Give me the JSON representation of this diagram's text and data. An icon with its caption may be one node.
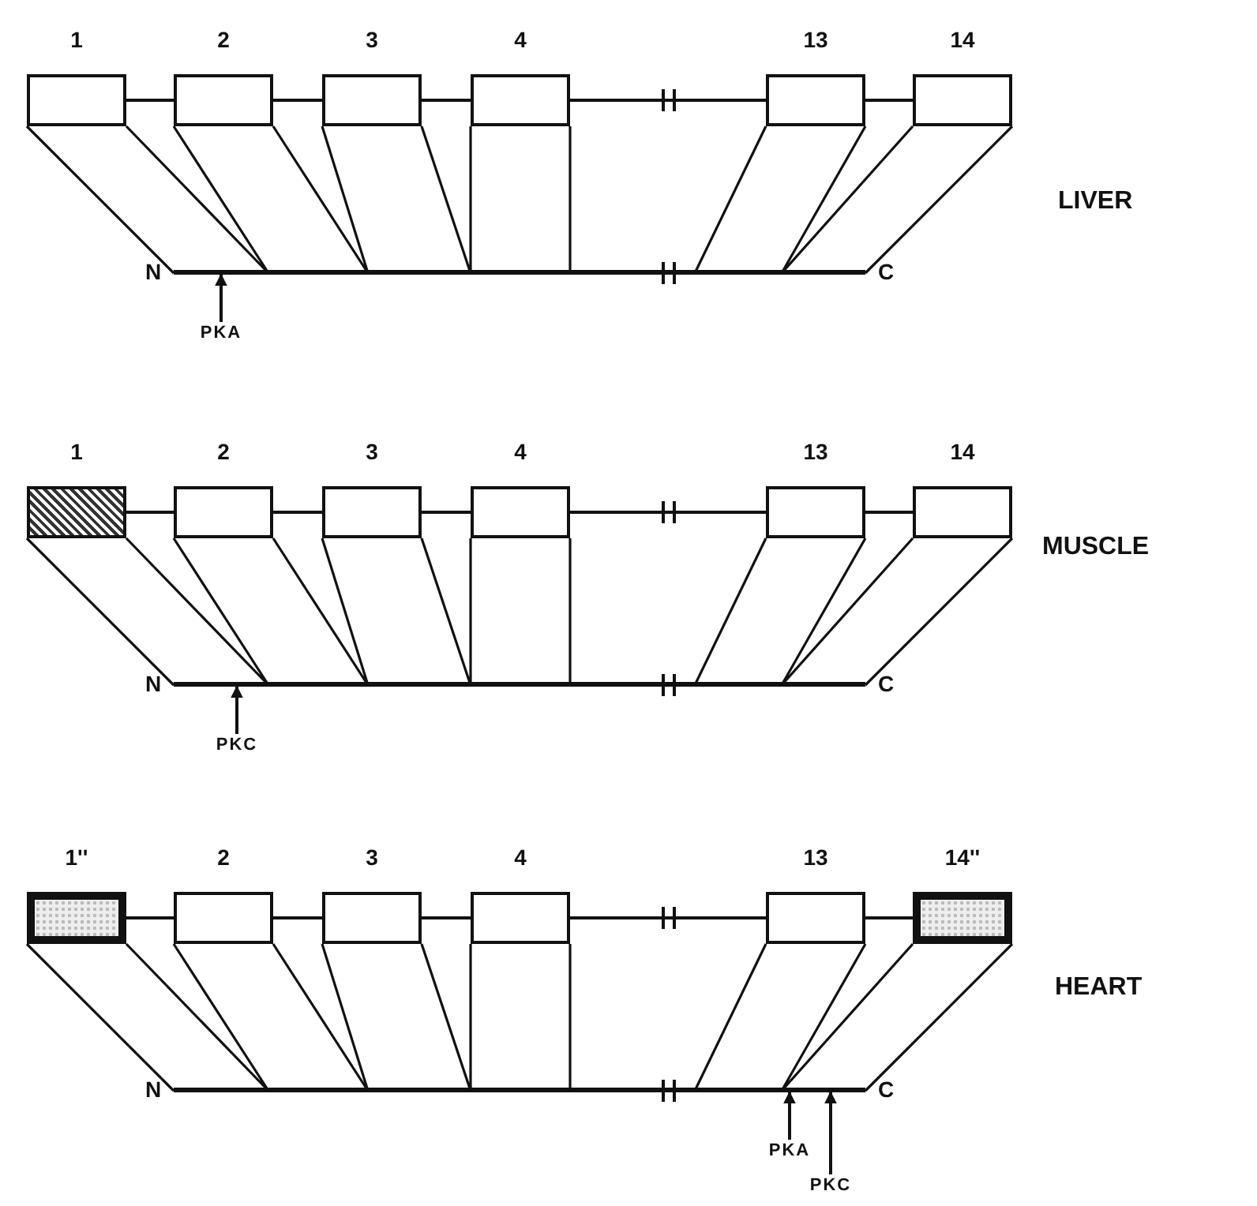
{
  "diagram": {
    "nodes": [
      {
        "text": [
          "1"
        ]
      },
      {
        "text": [
          "2"
        ]
      },
      {
        "text": [
          "3"
        ]
      },
      {
        "text": [
          "4"
        ]
      },
      {
        "text": [
          "13"
        ]
      },
      {
        "text": [
          "14"
        ]
      },
      {
        "text": [],
        "shape": "bar",
        "beside": [
          "N",
          "C"
        ]
      },
      {
        "text": [
          "PKA"
        ]
      },
      {
        "text": [
          "1"
        ]
      },
      {
        "text": [
          "2"
        ]
      },
      {
        "text": [
          "3"
        ]
      },
      {
        "text": [
          "4"
        ]
      },
      {
        "text": [
          "13"
        ]
      },
      {
        "text": [
          "14"
        ]
      },
      {
        "text": [],
        "shape": "bar",
        "beside": [
          "N",
          "C"
        ]
      },
      {
        "text": [
          "PKC"
        ]
      },
      {
        "text": [
          "1''"
        ]
      },
      {
        "text": [
          "2"
        ]
      },
      {
        "text": [
          "3"
        ]
      },
      {
        "text": [
          "4"
        ]
      },
      {
        "text": [
          "13"
        ]
      },
      {
        "text": [
          "14''"
        ]
      },
      {
        "text": [],
        "shape": "bar",
        "beside": [
          "N",
          "C"
        ]
      },
      {
        "text": [
          "PKA"
        ]
      },
      {
        "text": [
          "PKC"
        ]
      }
    ],
    "edges": [
      {
        "from": 0,
        "to": 1,
        "arrow": "none"
      },
      {
        "from": 1,
        "to": 2,
        "arrow": "none"
      },
      {
        "from": 2,
        "to": 3,
        "arrow": "none"
      },
      {
        "from": 3,
        "to": 4,
        "arrow": "none"
      },
      {
        "from": 4,
        "to": 5,
        "arrow": "none"
      },
      {
        "from": 7,
        "to": 6,
        "arrow": "to"
      },
      {
        "from": 8,
        "to": 9,
        "arrow": "none"
      },
      {
        "from": 9,
        "to": 10,
        "arrow": "none"
      },
      {
        "from": 10,
        "to": 11,
        "arrow": "none"
      },
      {
        "from": 11,
        "to": 12,
        "arrow": "none"
      },
      {
        "from": 12,
        "to": 13,
        "arrow": "none"
      },
      {
        "from": 15,
        "to": 14,
        "arrow": "to"
      },
      {
        "from": 16,
        "to": 17,
        "arrow": "none"
      },
      {
        "from": 17,
        "to": 18,
        "arrow": "none"
      },
      {
        "from": 18,
        "to": 19,
        "arrow": "none"
      },
      {
        "from": 19,
        "to": 20,
        "arrow": "none"
      },
      {
        "from": 20,
        "to": 21,
        "arrow": "none"
      },
      {
        "from": 23,
        "to": 22,
        "arrow": "to"
      },
      {
        "from": 24,
        "to": 22,
        "arrow": "to"
      }
    ],
    "labels": [
      "LIVER",
      "MUSCLE",
      "HEART"
    ]
  }
}
